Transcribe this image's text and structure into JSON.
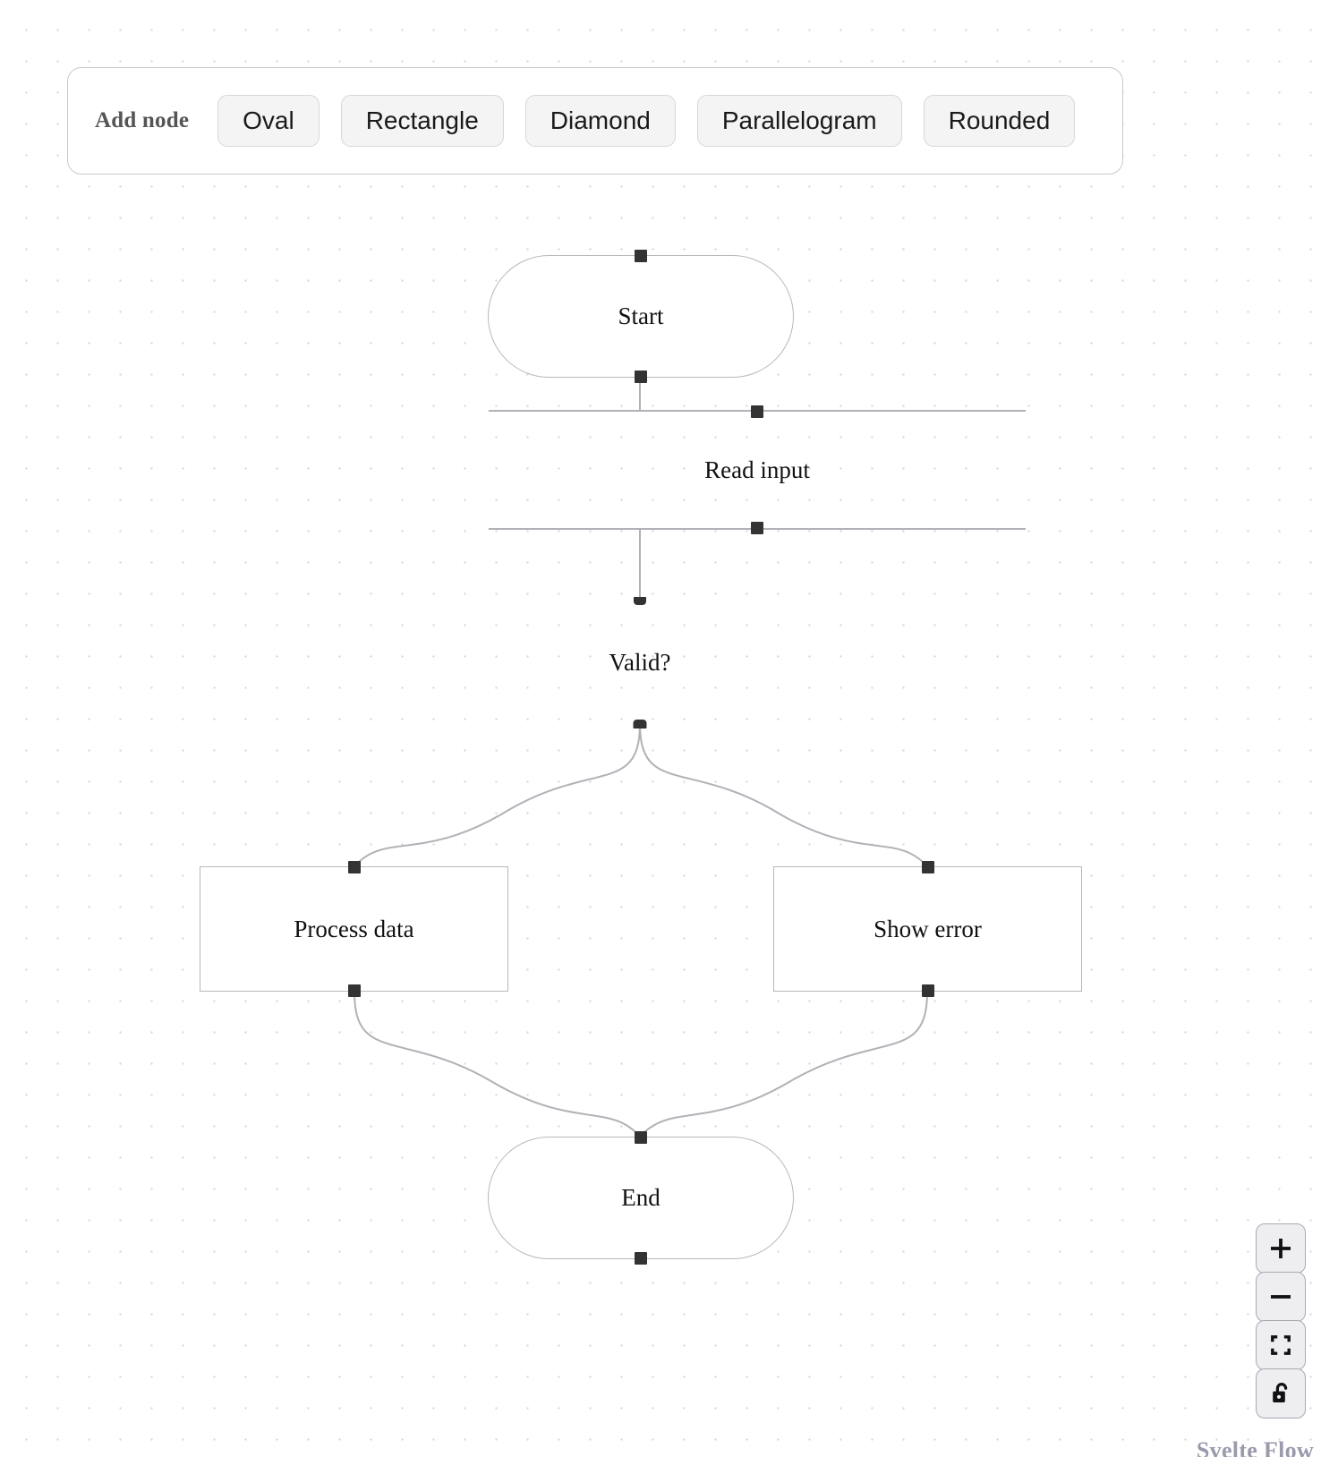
{
  "app": {
    "attribution": "Svelte Flow",
    "canvas_background": "#ffffff",
    "dot_color": "#d4d4d8",
    "edge_color": "#b1b1b7",
    "handle_color": "#333333",
    "node_border_color": "#b8b8bd"
  },
  "toolbar": {
    "label": "Add node",
    "buttons": [
      {
        "label": "Oval"
      },
      {
        "label": "Rectangle"
      },
      {
        "label": "Diamond"
      },
      {
        "label": "Parallelogram"
      },
      {
        "label": "Rounded"
      }
    ]
  },
  "diagram": {
    "type": "flowchart",
    "nodes": [
      {
        "id": "start",
        "label": "Start",
        "shape": "oval"
      },
      {
        "id": "read",
        "label": "Read input",
        "shape": "parallelogram"
      },
      {
        "id": "valid",
        "label": "Valid?",
        "shape": "diamond"
      },
      {
        "id": "process",
        "label": "Process data",
        "shape": "rectangle"
      },
      {
        "id": "error",
        "label": "Show error",
        "shape": "rectangle"
      },
      {
        "id": "end",
        "label": "End",
        "shape": "oval"
      }
    ],
    "edges": [
      {
        "from": "start",
        "to": "read"
      },
      {
        "from": "read",
        "to": "valid"
      },
      {
        "from": "valid",
        "to": "process"
      },
      {
        "from": "valid",
        "to": "error"
      },
      {
        "from": "process",
        "to": "end"
      },
      {
        "from": "error",
        "to": "end"
      }
    ]
  },
  "controls": {
    "zoom_in": {
      "name": "zoom-in",
      "glyph": "+"
    },
    "zoom_out": {
      "name": "zoom-out",
      "glyph": "−"
    },
    "fit_view": {
      "name": "fit-view"
    },
    "lock": {
      "name": "interactivity-unlocked"
    }
  }
}
